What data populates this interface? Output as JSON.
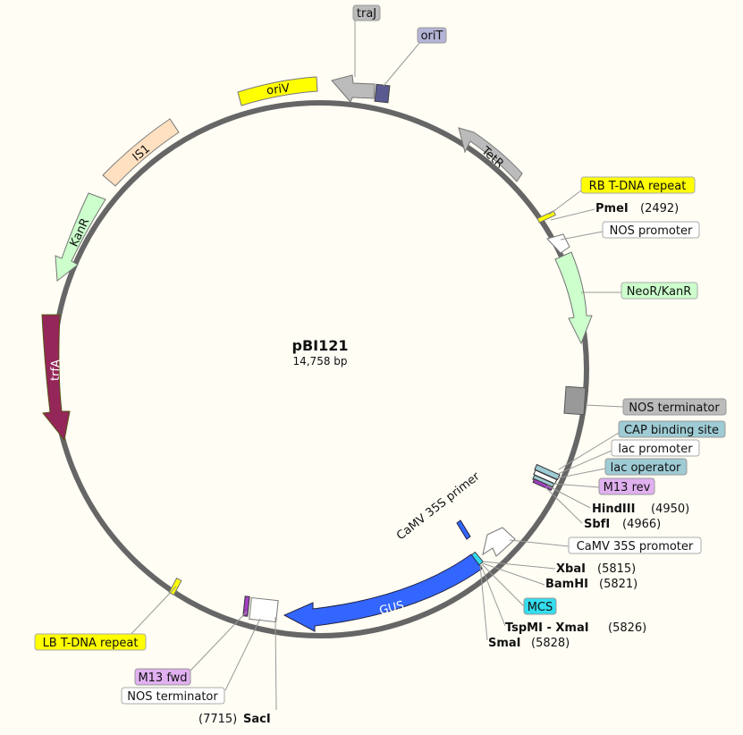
{
  "plasmid": {
    "name": "pBI121",
    "size": "14,758 bp"
  },
  "colors": {
    "backbone": "#666666",
    "yellow": "#ffff00",
    "lavender": "#b4b4d6",
    "gray": "#bbbbbb",
    "green": "#ccffcc",
    "peach": "#ffe0c0",
    "wine": "#94265a",
    "blue": "#3366ff",
    "teal": "#9ecbd4",
    "violet": "#e0b0f0",
    "cyan": "#33ddee",
    "white": "#ffffff",
    "dkgray": "#999999",
    "navy": "#5a5a90"
  },
  "arrow_labels": {
    "oriV": "oriV",
    "IS1": "IS1",
    "KanR": "KanR",
    "trfA": "trfA",
    "TetR": "TetR",
    "GUS": "GUS",
    "camv_primer": "CaMV 35S primer"
  },
  "callouts": [
    {
      "id": "traJ",
      "text": "traJ",
      "color": "gray"
    },
    {
      "id": "oriT",
      "text": "oriT",
      "color": "lavender"
    },
    {
      "id": "rb",
      "text": "RB T-DNA repeat",
      "color": "yellow"
    },
    {
      "id": "nos-promoter",
      "text": "NOS promoter",
      "color": "white"
    },
    {
      "id": "neor",
      "text": "NeoR/KanR",
      "color": "green"
    },
    {
      "id": "nos-term-right",
      "text": "NOS terminator",
      "color": "dkgray"
    },
    {
      "id": "cap",
      "text": "CAP binding site",
      "color": "teal"
    },
    {
      "id": "lac-promoter",
      "text": "lac promoter",
      "color": "white"
    },
    {
      "id": "lac-operator",
      "text": "lac operator",
      "color": "teal"
    },
    {
      "id": "m13-rev",
      "text": "M13 rev",
      "color": "violet"
    },
    {
      "id": "camv-promoter",
      "text": "CaMV 35S promoter",
      "color": "white"
    },
    {
      "id": "mcs",
      "text": "MCS",
      "color": "cyan"
    },
    {
      "id": "lb",
      "text": "LB T-DNA repeat",
      "color": "yellow"
    },
    {
      "id": "m13-fwd",
      "text": "M13 fwd",
      "color": "violet"
    },
    {
      "id": "nos-term-left",
      "text": "NOS terminator",
      "color": "white"
    }
  ],
  "sites": [
    {
      "id": "pmei",
      "enzyme": "PmeI",
      "position": "(2492)"
    },
    {
      "id": "hindiii",
      "enzyme": "HindIII",
      "position": "(4950)"
    },
    {
      "id": "sbfi",
      "enzyme": "SbfI",
      "position": "(4966)"
    },
    {
      "id": "xbai",
      "enzyme": "XbaI",
      "position": "(5815)"
    },
    {
      "id": "bamhi",
      "enzyme": "BamHI",
      "position": "(5821)"
    },
    {
      "id": "tspmi",
      "enzyme": "TspMI - XmaI",
      "position": "(5826)"
    },
    {
      "id": "smai",
      "enzyme": "SmaI",
      "position": "(5828)"
    },
    {
      "id": "saci",
      "enzyme": "SacI",
      "position": "(7715)"
    }
  ]
}
